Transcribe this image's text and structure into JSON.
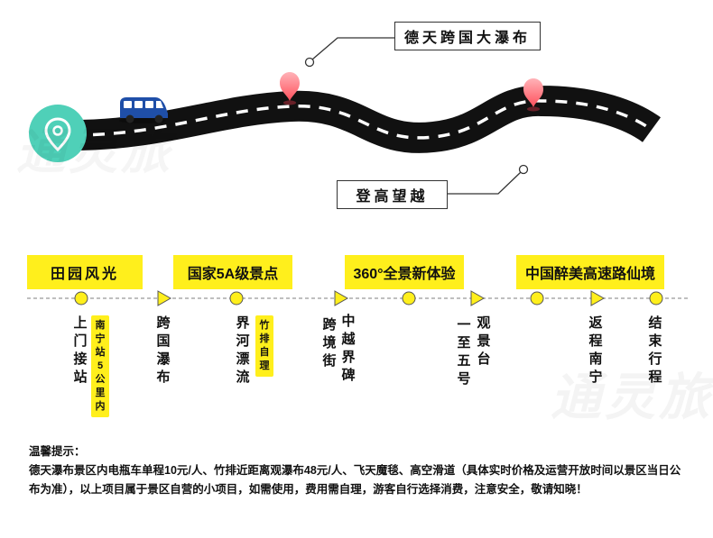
{
  "callouts": {
    "top": "德天跨国大瀑布",
    "bottom": "登高望越"
  },
  "watermarks": [
    "通灵旅"
  ],
  "banners": [
    {
      "id": "pastoral",
      "label": "田园风光"
    },
    {
      "id": "scenic-5a",
      "label": "国家5A级景点"
    },
    {
      "id": "panorama",
      "label": "360°全景新体验"
    },
    {
      "id": "highway",
      "label": "中国醉美高速路仙境"
    }
  ],
  "stops": [
    {
      "id": "pickup",
      "text": "上门接站",
      "tag": "南宁站5公里内"
    },
    {
      "id": "waterfall",
      "text": "跨国瀑布"
    },
    {
      "id": "drift",
      "text": "界河漂流",
      "tag": "竹排自理"
    },
    {
      "id": "border-street",
      "text": "跨境街"
    },
    {
      "id": "monument",
      "text": "中越界碑"
    },
    {
      "id": "no-one",
      "text": "一至五号"
    },
    {
      "id": "viewing",
      "text": "观景台"
    },
    {
      "id": "return",
      "text": "返程南宁"
    },
    {
      "id": "end",
      "text": "结束行程"
    }
  ],
  "notice": {
    "title": "温馨提示：",
    "body": "德天瀑布景区内电瓶车单程10元/人、竹排近距离观瀑布48元/人、飞天魔毯、高空滑道（具体实时价格及运营开放时间以景区当日公布为准），以上项目属于景区自营的小项目，如需使用，费用需自理，游客自行选择消费，注意安全，敬请知晓！"
  },
  "colors": {
    "road": "#111111",
    "road_dash": "#ffffff",
    "pin": "#ff6b73",
    "start_circle": "#4fd0b8",
    "banner": "#ffef1c",
    "van": "#1f4fa8",
    "timeline": "#999999"
  },
  "icons": [
    "location-pin-icon",
    "map-pin-icon",
    "van-icon",
    "circle-node-icon",
    "triangle-node-icon"
  ]
}
